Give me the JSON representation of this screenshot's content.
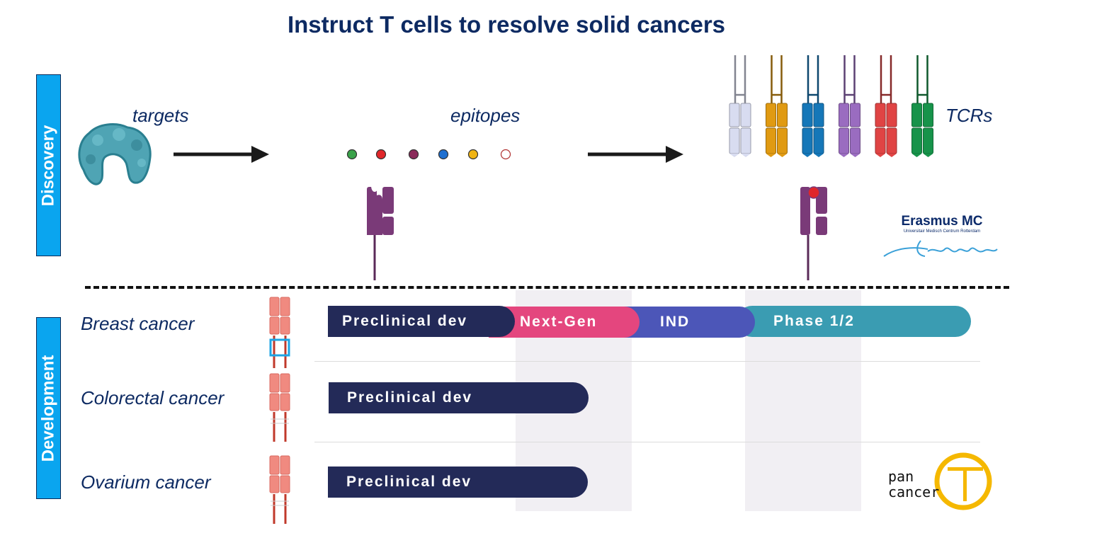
{
  "title": "Instruct T cells to resolve solid cancers",
  "sections": {
    "discovery": "Discovery",
    "development": "Development"
  },
  "discovery": {
    "targets_label": "targets",
    "epitopes_label": "epitopes",
    "tcrs_label": "TCRs",
    "epitope_colors": [
      "#3aa24a",
      "#e0262a",
      "#8a2a5a",
      "#1e6fd0",
      "#f0b414",
      "#ffffff"
    ],
    "tcr_colors": [
      "#d8dcf0",
      "#e09a12",
      "#1577b8",
      "#9a6cc0",
      "#e04444",
      "#17934a"
    ]
  },
  "development": {
    "rows": [
      {
        "label": "Breast cancer",
        "phases": [
          "Preclinical dev",
          "Next-Gen",
          "IND",
          "Phase 1/2"
        ]
      },
      {
        "label": "Colorectal cancer",
        "phases": [
          "Preclinical dev"
        ]
      },
      {
        "label": "Ovarium cancer",
        "phases": [
          "Preclinical dev"
        ]
      }
    ],
    "phase_colors": {
      "preclinical": "#232a58",
      "nextgen": "#e4467e",
      "ind": "#4c56b8",
      "phase12": "#3a9cb2"
    }
  },
  "logos": {
    "erasmus_name": "Erasmus MC",
    "erasmus_sub": "Universitair Medisch Centrum Rotterdam",
    "erasmus_signature": "Erafmus",
    "pancancer_line1": "pan",
    "pancancer_line2": "cancer",
    "pancancer_letter": "T"
  }
}
